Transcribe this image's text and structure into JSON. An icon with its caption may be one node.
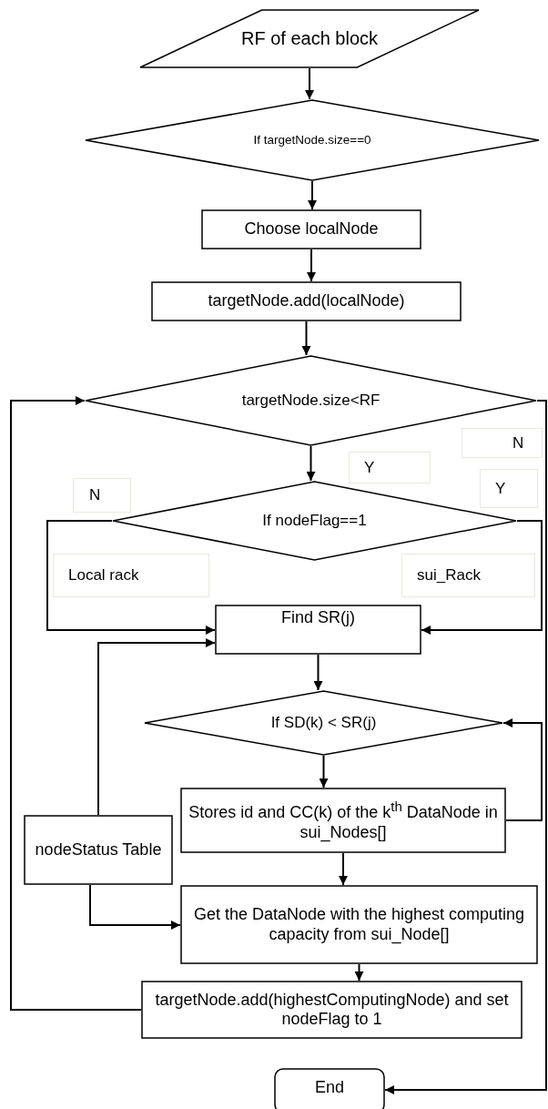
{
  "diagram": {
    "nodes": [
      {
        "text": [
          "RF of each block"
        ]
      },
      {
        "text": [
          "If targetNode.size==0"
        ]
      },
      {
        "text": [
          "Choose localNode"
        ]
      },
      {
        "text": [
          "targetNode.add(localNode)"
        ]
      },
      {
        "text": [
          "targetNode.size<RF"
        ]
      },
      {
        "text": [
          "If nodeFlag==1"
        ]
      },
      {
        "text": [
          "Find SR(j)"
        ]
      },
      {
        "text": [
          "If SD(k) < SR(j)"
        ]
      },
      {
        "text": [
          "Stores id and CC(k) of the k$^{th}$ DataNode in sui_Nodes[]"
        ]
      },
      {
        "text": [
          "nodeStatus Table"
        ]
      },
      {
        "text": [
          "Get the DataNode with the highest computing capacity from sui_Node[]"
        ]
      },
      {
        "text": [
          "targetNode.add(highestComputingNode) and set nodeFlag to 1"
        ]
      },
      {
        "text": [
          "End"
        ]
      }
    ],
    "edges": [
      {
        "from": 0,
        "to": 1,
        "arrow": "to"
      },
      {
        "from": 1,
        "to": 2,
        "arrow": "to"
      },
      {
        "from": 2,
        "to": 3,
        "arrow": "to"
      },
      {
        "from": 3,
        "to": 4,
        "arrow": "to"
      },
      {
        "from": 4,
        "to": 5,
        "arrow": "to"
      },
      {
        "from": 5,
        "to": 6,
        "arrow": "to"
      },
      {
        "from": 5,
        "to": 6,
        "arrow": "to"
      },
      {
        "from": 6,
        "to": 7,
        "arrow": "to"
      },
      {
        "from": 7,
        "to": 8,
        "arrow": "to"
      },
      {
        "from": 8,
        "to": 7,
        "arrow": "to"
      },
      {
        "from": 9,
        "to": 6,
        "arrow": "to"
      },
      {
        "from": 8,
        "to": 10,
        "arrow": "to"
      },
      {
        "from": 9,
        "to": 10,
        "arrow": "to"
      },
      {
        "from": 10,
        "to": 11,
        "arrow": "to"
      },
      {
        "from": 11,
        "to": 4,
        "arrow": "to"
      },
      {
        "from": 4,
        "to": 12,
        "arrow": "to"
      }
    ],
    "labels": [
      "N",
      "Y",
      "Y",
      "N",
      "Local rack",
      "sui_Rack"
    ]
  }
}
